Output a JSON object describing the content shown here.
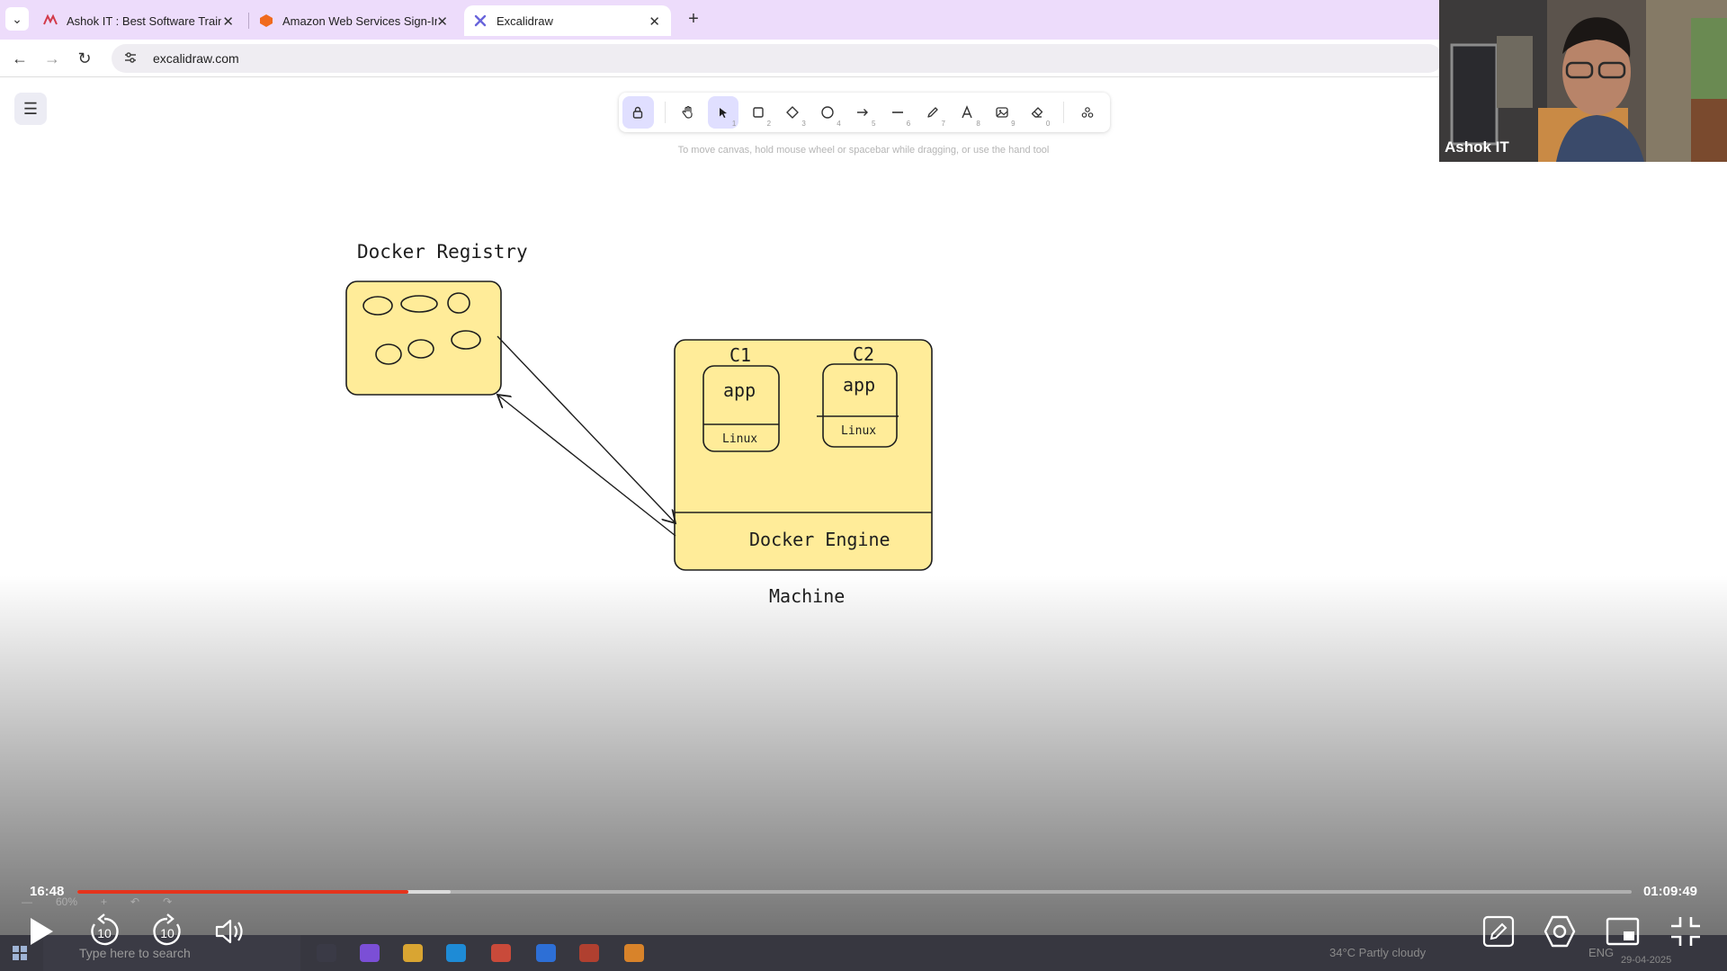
{
  "browser": {
    "tabs": [
      {
        "title": "Ashok IT : Best Software Training",
        "favicon": "ashok-it-favicon",
        "active": false
      },
      {
        "title": "Amazon Web Services Sign-In",
        "favicon": "aws-favicon",
        "active": false
      },
      {
        "title": "Excalidraw",
        "favicon": "excalidraw-favicon",
        "active": true
      }
    ],
    "url": "excalidraw.com"
  },
  "excalidraw": {
    "toolbar": {
      "tools": [
        {
          "name": "lock",
          "key": ""
        },
        {
          "name": "hand",
          "key": ""
        },
        {
          "name": "selection",
          "key": "1"
        },
        {
          "name": "rectangle",
          "key": "2"
        },
        {
          "name": "diamond",
          "key": "3"
        },
        {
          "name": "ellipse",
          "key": "4"
        },
        {
          "name": "arrow",
          "key": "5"
        },
        {
          "name": "line",
          "key": "6"
        },
        {
          "name": "draw",
          "key": "7"
        },
        {
          "name": "text",
          "key": "8"
        },
        {
          "name": "image",
          "key": "9"
        },
        {
          "name": "eraser",
          "key": "0"
        },
        {
          "name": "more-tools",
          "key": ""
        }
      ],
      "active_tool": "selection"
    },
    "hint": "To move canvas, hold mouse wheel or spacebar while dragging, or use the hand tool",
    "zoom": "60%",
    "diagram": {
      "registry_title": "Docker Registry",
      "c1_label": "C1",
      "c2_label": "C2",
      "c1_app": "app",
      "c2_app": "app",
      "c1_os": "Linux",
      "c2_os": "Linux",
      "engine_label": "Docker Engine",
      "machine_label": "Machine",
      "fill_color": "#ffec99"
    }
  },
  "video": {
    "current_time": "16:48",
    "duration": "01:09:49",
    "progress": 0.24,
    "buffered": 0.213,
    "skip_back": "10",
    "skip_forward": "10"
  },
  "webcam": {
    "name": "Ashok IT"
  },
  "taskbar": {
    "search_placeholder": "Type here to search",
    "weather": "34°C  Partly cloudy",
    "language": "ENG",
    "date": "29-04-2025"
  },
  "colors": {
    "accent": "#6965db",
    "progress": "#e5341c",
    "tab_bar": "#eddcfb"
  }
}
